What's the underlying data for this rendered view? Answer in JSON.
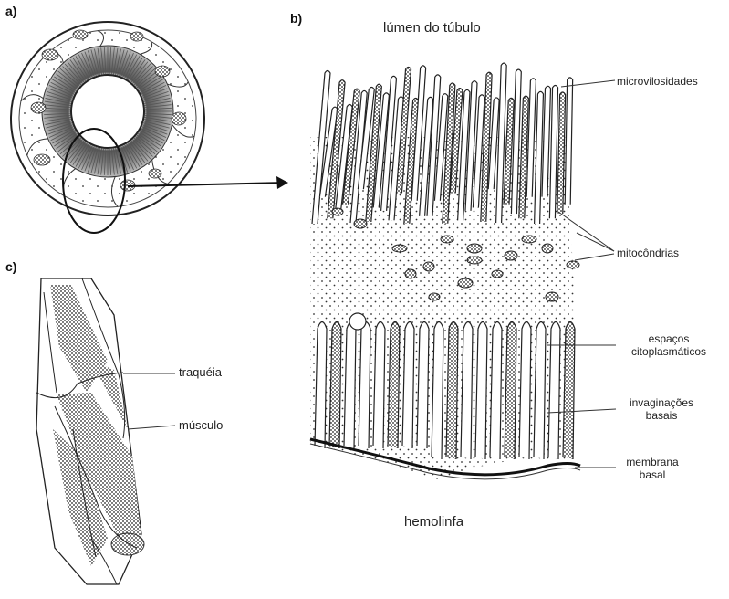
{
  "panels": {
    "a": "a)",
    "b": "b)",
    "c": "c)"
  },
  "regions": {
    "top": "lúmen do túbulo",
    "bottom": "hemolinfa"
  },
  "labels": {
    "microvilli": "microvilosidades",
    "mitochondria": "mitocôndrias",
    "cyto_1": "espaços",
    "cyto_2": "citoplasmáticos",
    "basal_inv_1": "invaginações",
    "basal_inv_2": "basais",
    "membrane_1": "membrana",
    "membrane_2": "basal",
    "trachea": "traquéia",
    "muscle": "músculo"
  }
}
